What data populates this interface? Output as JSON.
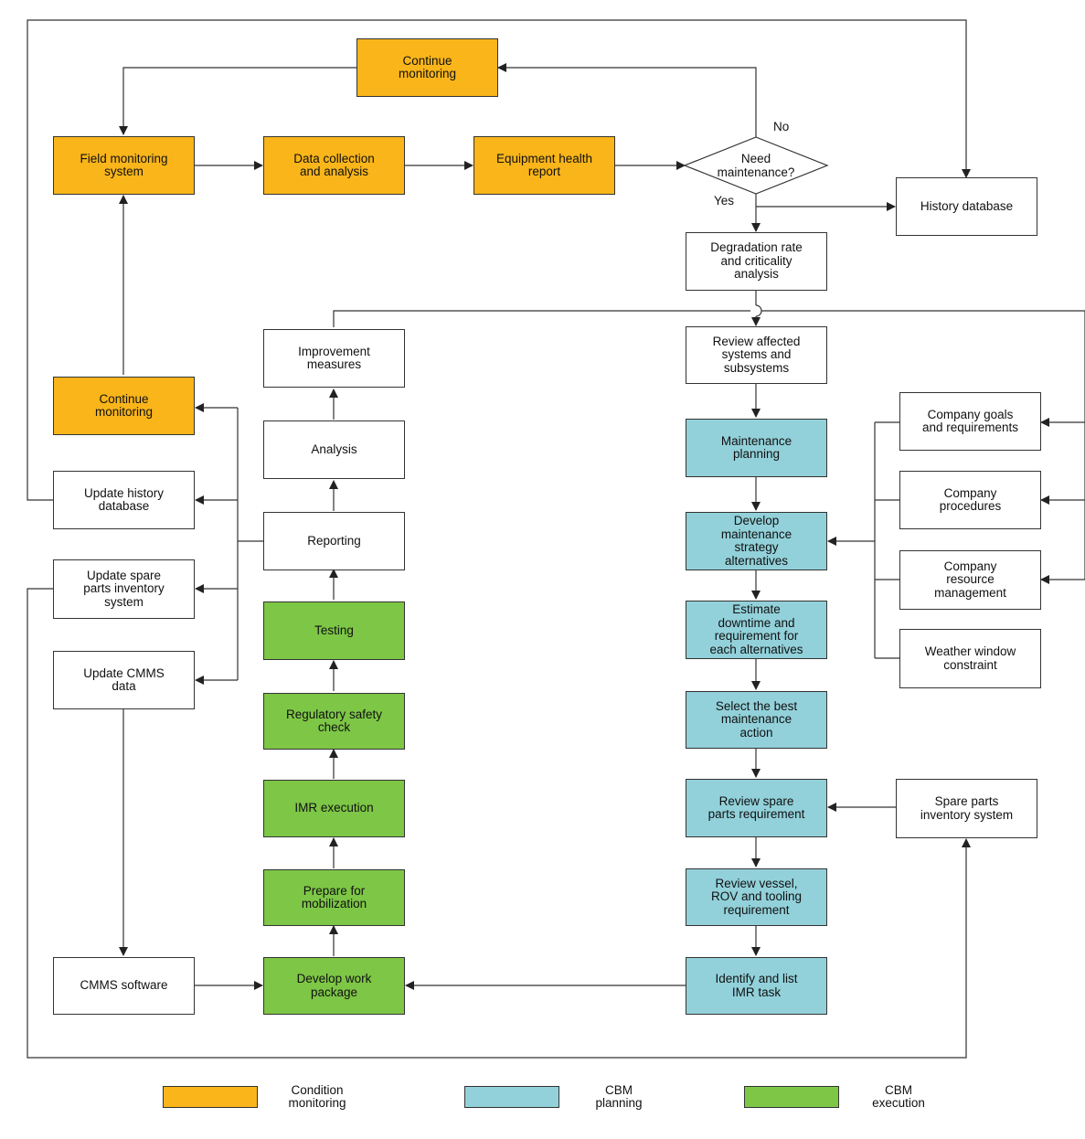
{
  "colors": {
    "condition_monitoring": "#F9B51A",
    "cbm_planning": "#92D1DA",
    "cbm_execution": "#7DC646",
    "plain": "#FFFFFF",
    "line": "#333333"
  },
  "nodes": {
    "continue_monitoring_top": "Continue\nmonitoring",
    "field_monitoring": "Field monitoring\nsystem",
    "data_collection": "Data collection\nand analysis",
    "equipment_health": "Equipment health\nreport",
    "need_maintenance": "Need\nmaintenance?",
    "history_database": "History database",
    "degradation": "Degradation rate\nand criticality\nanalysis",
    "review_affected": "Review affected\nsystems and\nsubsystems",
    "maintenance_planning": "Maintenance\nplanning",
    "develop_strategy": "Develop\nmaintenance\nstrategy\nalternatives",
    "estimate_downtime": "Estimate\ndowntime and\nrequirement for\neach alternatives",
    "select_best": "Select the best\nmaintenance\naction",
    "review_spare": "Review spare\nparts requirement",
    "review_vessel": "Review vessel,\nROV and tooling\nrequirement",
    "identify_imr": "Identify and list\nIMR task",
    "company_goals": "Company goals\nand requirements",
    "company_procedures": "Company\nprocedures",
    "company_resource": "Company\nresource\nmanagement",
    "weather_window": "Weather window\nconstraint",
    "spare_inventory": "Spare parts\ninventory system",
    "improvement": "Improvement\nmeasures",
    "analysis": "Analysis",
    "reporting": "Reporting",
    "testing": "Testing",
    "regulatory": "Regulatory safety\ncheck",
    "imr_execution": "IMR execution",
    "prepare_mobilization": "Prepare for\nmobilization",
    "develop_work_package": "Develop work\npackage",
    "continue_monitoring_left": "Continue\nmonitoring",
    "update_history": "Update history\ndatabase",
    "update_spare": "Update spare\nparts inventory\nsystem",
    "update_cmms": "Update CMMS\ndata",
    "cmms_software": "CMMS software"
  },
  "edge_labels": {
    "no": "No",
    "yes": "Yes"
  },
  "legend": [
    {
      "label": "Condition\nmonitoring",
      "color_key": "condition_monitoring"
    },
    {
      "label": "CBM\nplanning",
      "color_key": "cbm_planning"
    },
    {
      "label": "CBM\nexecution",
      "color_key": "cbm_execution"
    }
  ]
}
